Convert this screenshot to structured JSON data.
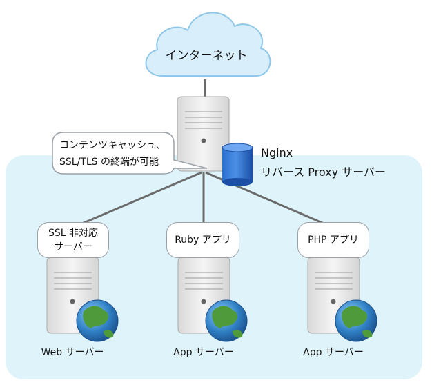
{
  "internet": {
    "label": "インターネット"
  },
  "proxy": {
    "name": "Nginx",
    "role": "リバース Proxy サーバー",
    "callout_line1": "コンテンツキャッシュ、",
    "callout_line2": "SSL/TLS の終端が可能"
  },
  "backends": [
    {
      "tag_line1": "SSL 非対応",
      "tag_line2": "サーバー",
      "server_label": "Web サーバー"
    },
    {
      "tag_line1": "Ruby アプリ",
      "tag_line2": "",
      "server_label": "App サーバー"
    },
    {
      "tag_line1": "PHP アプリ",
      "tag_line2": "",
      "server_label": "App サーバー"
    }
  ],
  "colors": {
    "network_zone": "#dff4fa",
    "cloud": "#d9eefb",
    "connector": "#6b6b6b",
    "server_body": "#f1f1f1",
    "database": "#1d5db8",
    "globe_ocean": "#2f7fc4",
    "globe_land": "#4f9a3a"
  }
}
